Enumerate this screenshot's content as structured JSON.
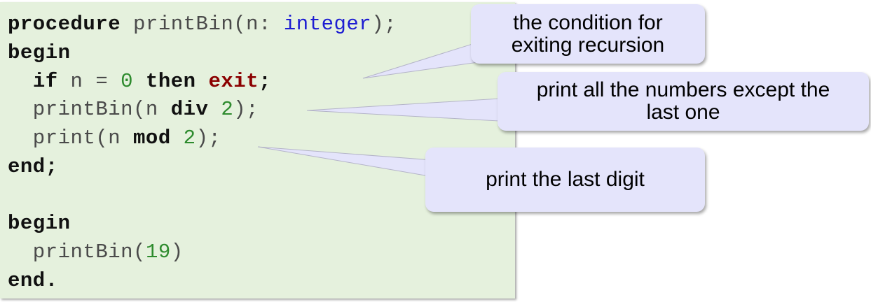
{
  "code": {
    "lines": [
      [
        {
          "t": "procedure",
          "c": "kw"
        },
        {
          "t": " printBin(n: ",
          "c": "plain"
        },
        {
          "t": "integer",
          "c": "type"
        },
        {
          "t": ");",
          "c": "plain"
        }
      ],
      [
        {
          "t": "begin",
          "c": "kw"
        }
      ],
      [
        {
          "t": "  ",
          "c": "plain"
        },
        {
          "t": "if",
          "c": "kw"
        },
        {
          "t": " n = ",
          "c": "plain"
        },
        {
          "t": "0",
          "c": "num"
        },
        {
          "t": " ",
          "c": "plain"
        },
        {
          "t": "then",
          "c": "kw"
        },
        {
          "t": " ",
          "c": "plain"
        },
        {
          "t": "exit",
          "c": "kw-red"
        },
        {
          "t": ";",
          "c": "kw"
        }
      ],
      [
        {
          "t": "  printBin(n ",
          "c": "plain"
        },
        {
          "t": "div",
          "c": "kw"
        },
        {
          "t": " ",
          "c": "plain"
        },
        {
          "t": "2",
          "c": "num"
        },
        {
          "t": ");",
          "c": "plain"
        }
      ],
      [
        {
          "t": "  print(n ",
          "c": "plain"
        },
        {
          "t": "mod",
          "c": "kw"
        },
        {
          "t": " ",
          "c": "plain"
        },
        {
          "t": "2",
          "c": "num"
        },
        {
          "t": ");",
          "c": "plain"
        }
      ],
      [
        {
          "t": "end;",
          "c": "kw"
        }
      ],
      [],
      [
        {
          "t": "begin",
          "c": "kw"
        }
      ],
      [
        {
          "t": "  printBin(",
          "c": "plain"
        },
        {
          "t": "19",
          "c": "num"
        },
        {
          "t": ")",
          "c": "plain"
        }
      ],
      [
        {
          "t": "end.",
          "c": "kw"
        }
      ]
    ]
  },
  "callouts": {
    "exit_condition": {
      "line1": "the condition for",
      "line2": "exiting recursion"
    },
    "print_all": {
      "line1": "print all the numbers except the",
      "line2": "last one"
    },
    "last_digit": {
      "line1": "print the last digit"
    }
  },
  "colors": {
    "code_background": "#e5f1dd",
    "callout_background": "#e4e4fb",
    "keyword": "#111111",
    "keyword_exit": "#8b0000",
    "type": "#1d1dd2",
    "number": "#2e8b2e",
    "plain": "#4a4a4a"
  }
}
